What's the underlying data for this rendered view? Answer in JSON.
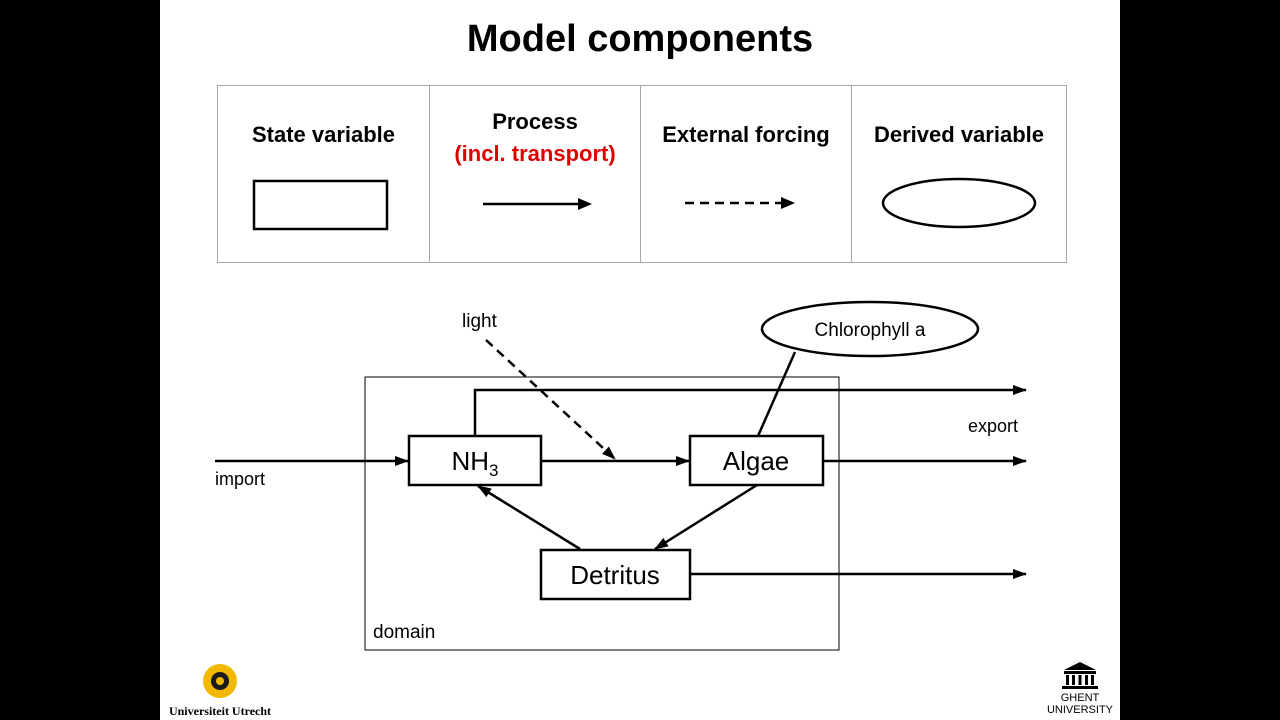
{
  "title": "Model components",
  "legend": {
    "state_variable": "State variable",
    "process": "Process",
    "process_note": "(incl. transport)",
    "external_forcing": "External forcing",
    "derived_variable": "Derived variable"
  },
  "diagram": {
    "nh3": "NH",
    "nh3_sub": "3",
    "algae": "Algae",
    "detritus": "Detritus",
    "chlorophyll": "Chlorophyll a",
    "light": "light",
    "import": "import",
    "export": "export",
    "domain": "domain"
  },
  "logos": {
    "utrecht": "Universiteit Utrecht",
    "ghent_line1": "GHENT",
    "ghent_line2": "UNIVERSITY"
  },
  "colors": {
    "highlight": "#e00000",
    "legend_border": "#a6a6a6",
    "uu_gold": "#f2b800"
  }
}
